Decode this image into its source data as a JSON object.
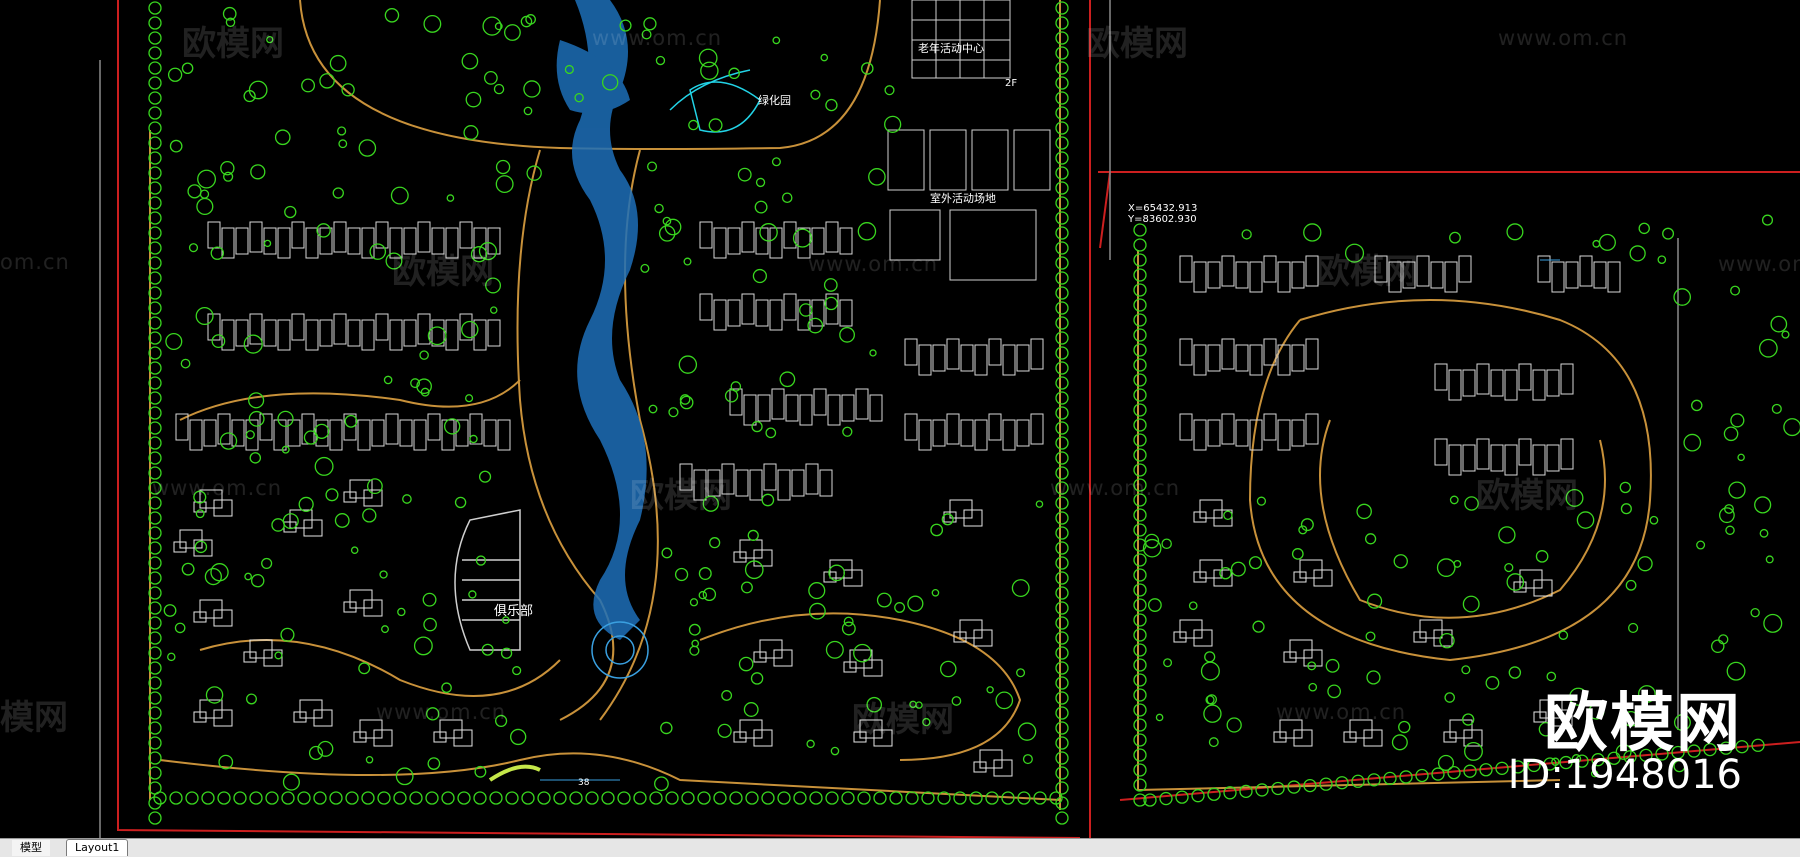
{
  "drawing": {
    "labels": {
      "club": "俱乐部",
      "outdoor_area": "室外活动场地",
      "activity_center": "老年活动中心",
      "garden": "绿化园",
      "floors": "2F",
      "coord_x": "X=65432.913",
      "coord_y": "Y=83602.930",
      "dim_38": "38"
    }
  },
  "watermark": {
    "brand": "欧模网",
    "url": "www.om.cn",
    "url_short": "om.cn",
    "brand_partial": "模网"
  },
  "brand_badge": {
    "name": "欧模网",
    "id": "ID:1948016"
  },
  "tabs": [
    {
      "label": "模型"
    },
    {
      "label": "Layout1"
    }
  ],
  "colors": {
    "background": "#000000",
    "trees": "#39d61f",
    "roads": "#c8913a",
    "buildings": "#d8d8d8",
    "boundary": "#cc1f1f",
    "water": "#1d6fb8"
  }
}
